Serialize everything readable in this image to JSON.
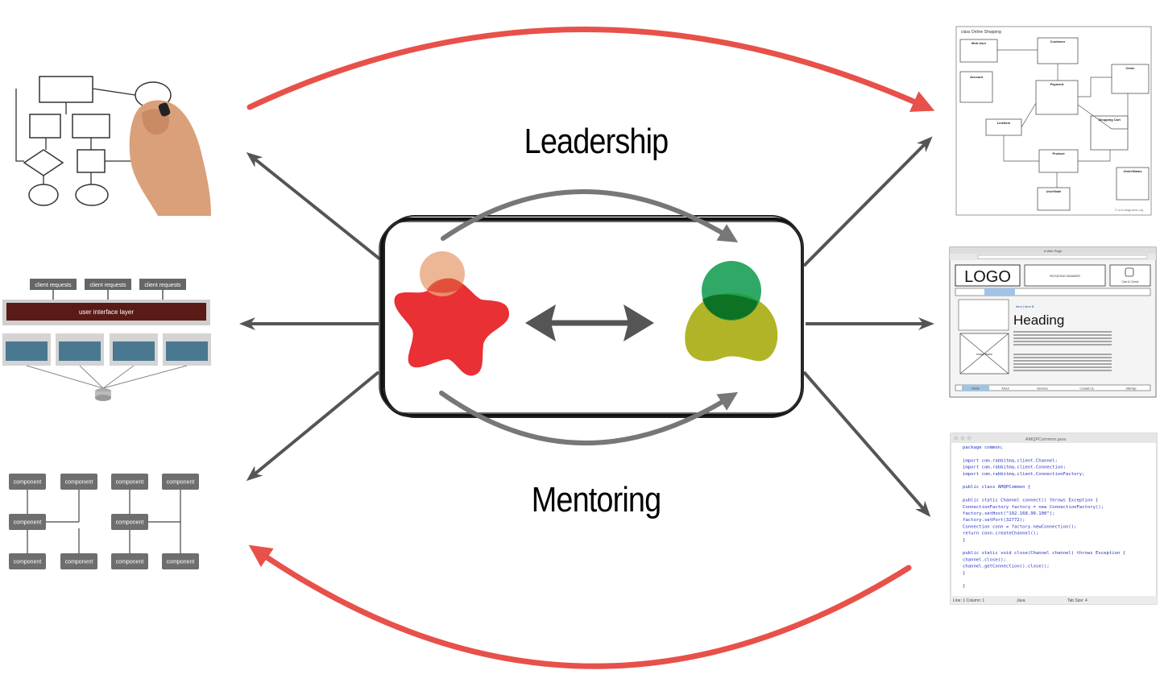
{
  "labels": {
    "leadership": "Leadership",
    "mentoring": "Mentoring"
  },
  "colors": {
    "red_arrow": "#e8504a",
    "gray_arrow": "#555555",
    "star": "#e8252a",
    "head_peach": "#e8a47a",
    "green": "#0a9a4a",
    "olive": "#a8ac10"
  },
  "layers": {
    "requests": [
      "client requests",
      "client requests",
      "client requests"
    ],
    "ui_layer": "user interface layer"
  },
  "components": {
    "label": "component"
  },
  "wireframe": {
    "window_title": "A Web Page",
    "logo": "LOGO",
    "banner": "ROTATING BANNER",
    "cart": "Cart & Check",
    "heading": "Heading",
    "crumb": "Item | Item B",
    "image_label": "Image Name",
    "tabs": [
      "Home",
      "About",
      "Services",
      "Contact Us",
      "Sitemap"
    ]
  },
  "uml": {
    "title": "class Online Shopping",
    "classes": [
      "Web User",
      "Customer",
      "Account",
      "Payment",
      "Order",
      "Shopping Cart",
      "LineItem",
      "Product",
      "UserState",
      "OrderStatus"
    ],
    "credit": "© uml-diagrams.org"
  },
  "code": {
    "filename": "AMQPCommon.java",
    "lines": [
      "package common;",
      "",
      "import com.rabbitmq.client.Channel;",
      "import com.rabbitmq.client.Connection;",
      "import com.rabbitmq.client.ConnectionFactory;",
      "",
      "public class AMQPCommon {",
      "",
      "    public static Channel connect() throws Exception {",
      "        ConnectionFactory factory = new ConnectionFactory();",
      "        factory.setHost(\"192.168.99.100\");",
      "        factory.setPort(32772);",
      "        Connection conn = factory.newConnection();",
      "        return conn.createChannel();",
      "    }",
      "",
      "    public static void close(Channel channel) throws Exception {",
      "        channel.close();",
      "        channel.getConnection().close();",
      "    }",
      "",
      "}"
    ],
    "status": [
      "Line: 1  Column: 1",
      "Java",
      "Tab Size: 4"
    ]
  }
}
